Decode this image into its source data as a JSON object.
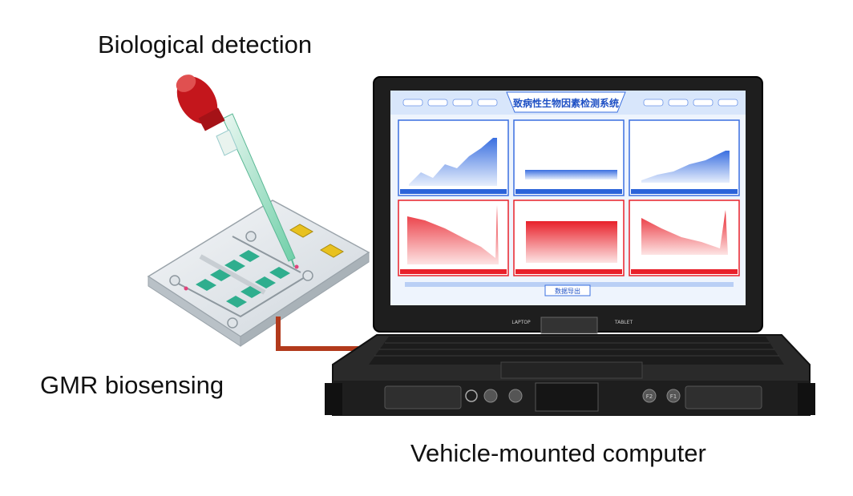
{
  "labels": {
    "biological_detection": "Biological detection",
    "gmr_biosensing": "GMR biosensing",
    "vehicle_computer": "Vehicle-mounted computer"
  },
  "screen": {
    "title": "致病性生物因素检测系统",
    "bottom_button": "数据导出"
  },
  "laptop": {
    "left_tag": "LAPTOP",
    "right_tag": "TABLET",
    "key_labels": [
      "F2",
      "F1"
    ]
  },
  "colors": {
    "blue_panel": "#2b63d9",
    "red_panel": "#e8202a",
    "pipette_bulb": "#c4161c",
    "pipette_tip": "#7fd6b3",
    "sensor_pad": "#2fae8e",
    "cable": "#b23a1c",
    "laptop_body": "#2a2a2a"
  }
}
